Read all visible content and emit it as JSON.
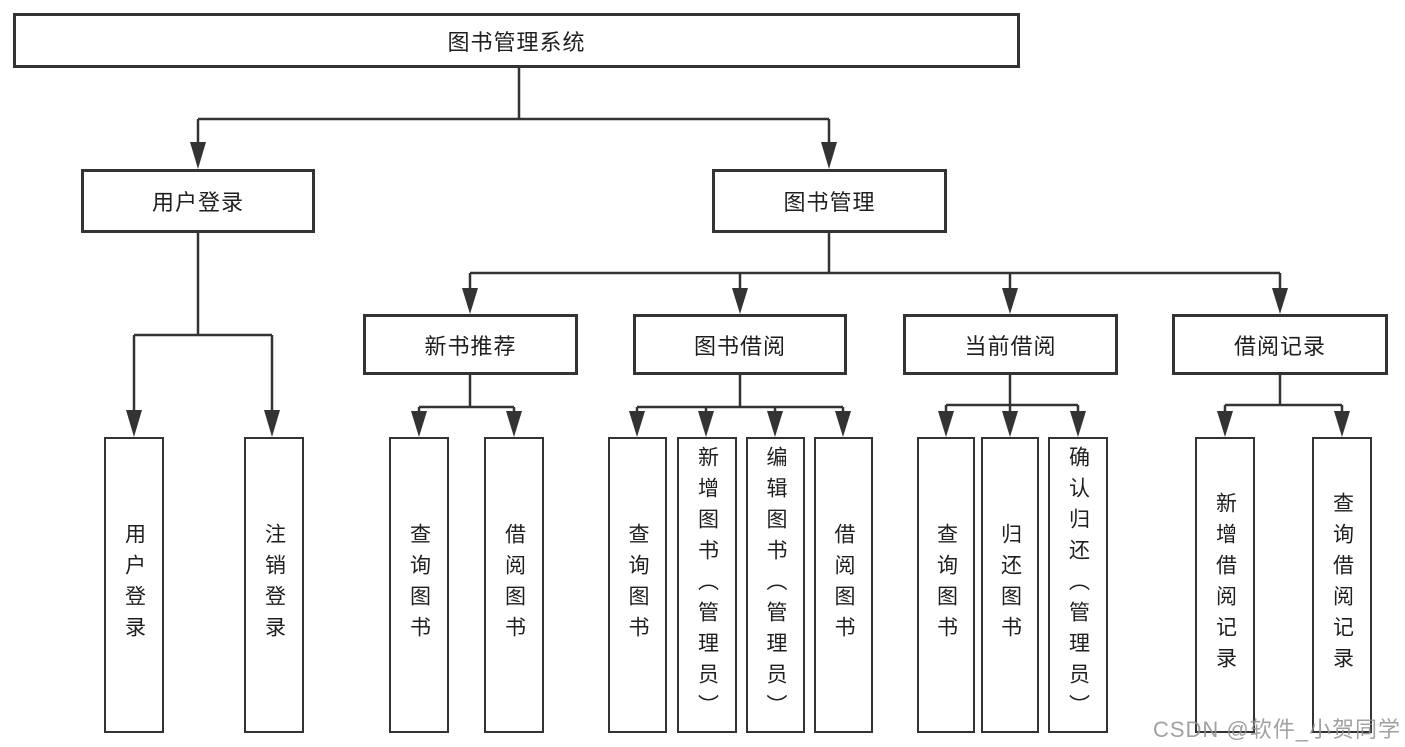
{
  "tree": {
    "root": "图书管理系统",
    "branches": [
      {
        "label": "用户登录",
        "children": [
          "用户登录",
          "注销登录"
        ]
      },
      {
        "label": "图书管理",
        "sections": [
          {
            "label": "新书推荐",
            "children": [
              "查询图书",
              "借阅图书"
            ]
          },
          {
            "label": "图书借阅",
            "children": [
              "查询图书",
              "新增图书（管理员）",
              "编辑图书（管理员）",
              "借阅图书"
            ]
          },
          {
            "label": "当前借阅",
            "children": [
              "查询图书",
              "归还图书",
              "确认归还（管理员）"
            ]
          },
          {
            "label": "借阅记录",
            "children": [
              "新增借阅记录",
              "查询借阅记录"
            ]
          }
        ]
      }
    ]
  },
  "watermark": {
    "text": "CSDN @软件_小贺同学"
  },
  "colors": {
    "line": "#333333",
    "text": "#1f1f1f",
    "watermark": "#919191",
    "background": "#ffffff"
  }
}
